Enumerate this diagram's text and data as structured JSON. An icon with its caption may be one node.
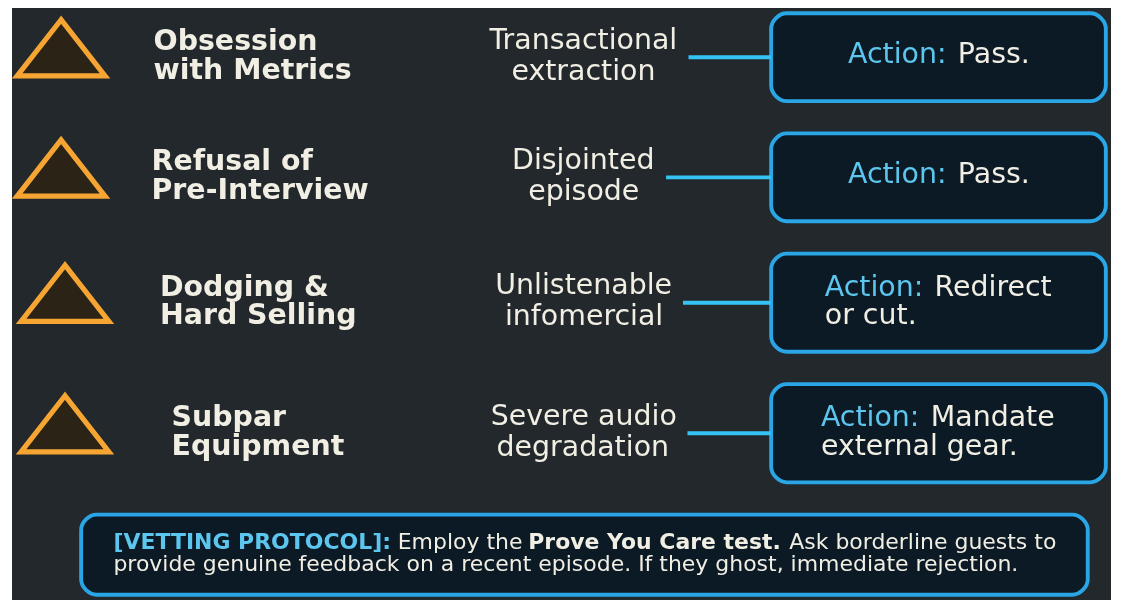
{
  "diagram": {
    "nodes": [
      {
        "text": [],
        "shape": "triangle"
      },
      {
        "text": [
          "Obsession with Metrics"
        ]
      },
      {
        "text": [
          "Transactional extraction"
        ]
      },
      {
        "text": [
          "Action: Pass."
        ]
      },
      {
        "text": [],
        "shape": "triangle"
      },
      {
        "text": [
          "Refusal of Pre-Interview"
        ]
      },
      {
        "text": [
          "Disjointed episode"
        ]
      },
      {
        "text": [
          "Action: Pass."
        ]
      },
      {
        "text": [],
        "shape": "triangle"
      },
      {
        "text": [
          "Dodging & Hard Selling"
        ]
      },
      {
        "text": [
          "Unlistenable infomercial"
        ]
      },
      {
        "text": [
          "Action: Redirect or cut."
        ]
      },
      {
        "text": [],
        "shape": "triangle"
      },
      {
        "text": [
          "Subpar Equipment"
        ]
      },
      {
        "text": [
          "Severe audio degradation"
        ]
      },
      {
        "text": [
          "Action: Mandate external gear."
        ]
      },
      {
        "text": [
          "[VETTING PROTOCOL]: Employ the **Prove You Care test.** Ask borderline guests to provide genuine feedback on a recent episode. If they ghost, immediate rejection."
        ]
      }
    ],
    "edges": [
      {
        "from": 2,
        "to": 3,
        "arrow": "none"
      },
      {
        "from": 6,
        "to": 7,
        "arrow": "none"
      },
      {
        "from": 10,
        "to": 11,
        "arrow": "none"
      },
      {
        "from": 14,
        "to": 15,
        "arrow": "none"
      }
    ]
  }
}
